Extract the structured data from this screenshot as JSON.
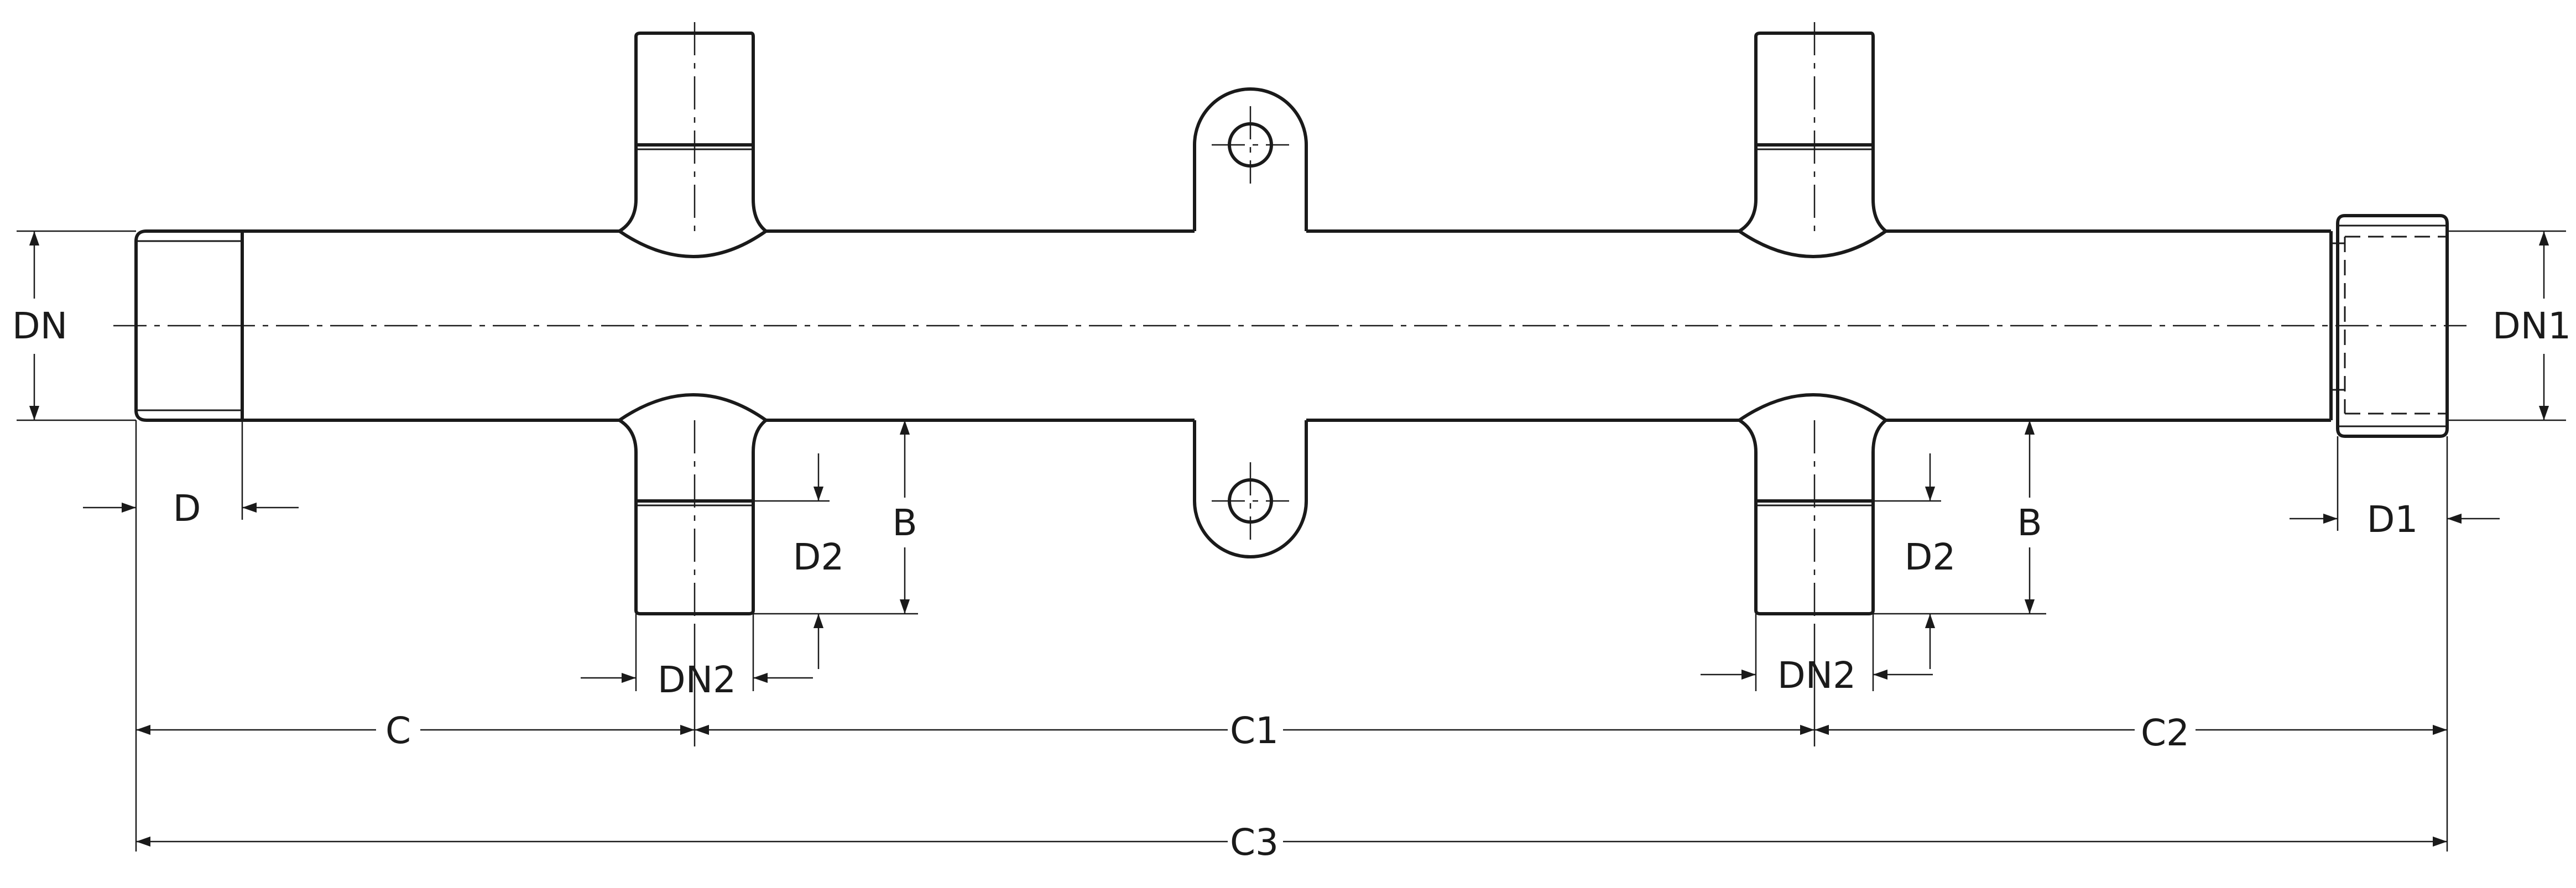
{
  "drawing": {
    "labels": {
      "dn": "DN",
      "dn1": "DN1",
      "d": "D",
      "d1": "D1",
      "d2_left": "D2",
      "d2_right": "D2",
      "b_left": "B",
      "b_right": "B",
      "dn2_left": "DN2",
      "dn2_right": "DN2",
      "c": "C",
      "c1": "C1",
      "c2": "C2",
      "c3": "C3"
    },
    "colors": {
      "line": "#1a1a1a",
      "background": "#ffffff"
    }
  }
}
